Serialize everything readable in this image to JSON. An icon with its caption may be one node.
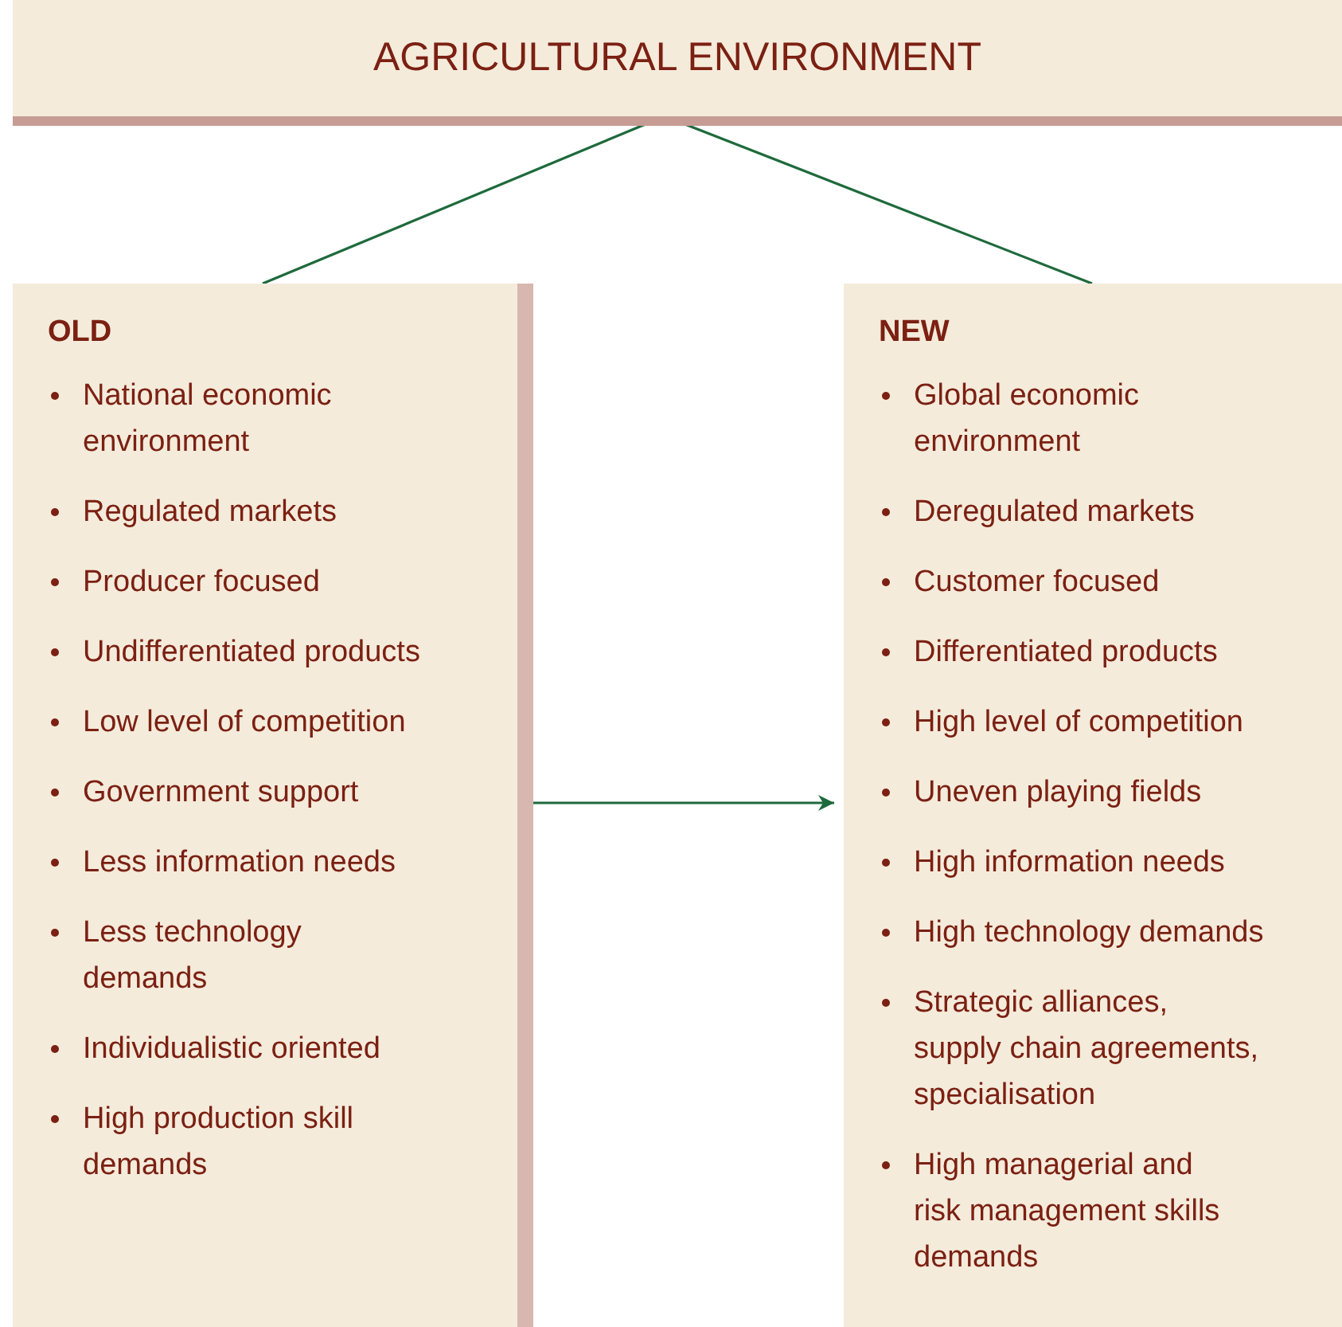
{
  "diagram": {
    "nodes": [
      {
        "text": [
          "AGRICULTURAL ENVIRONMENT"
        ]
      },
      {
        "text": [
          "OLD",
          "National economic environment",
          "Regulated markets",
          "Producer focused",
          "Undifferentiated products",
          "Low level of competition",
          "Government support",
          "Less information needs",
          "Less technology demands",
          "Individualistic oriented",
          "High production skill demands"
        ]
      },
      {
        "text": [
          "NEW",
          "Global economic environment",
          "Deregulated markets",
          "Customer focused",
          "Differentiated products",
          "High level of competition",
          "Uneven playing fields",
          "High information needs",
          "High technology demands",
          "Strategic alliances, supply chain agreements, specialisation",
          "High managerial and risk management skills demands"
        ]
      }
    ],
    "edges": [
      {
        "from": 0,
        "to": 1,
        "arrow": "none"
      },
      {
        "from": 0,
        "to": 2,
        "arrow": "none"
      },
      {
        "from": 1,
        "to": 2,
        "arrow": "to"
      }
    ]
  }
}
